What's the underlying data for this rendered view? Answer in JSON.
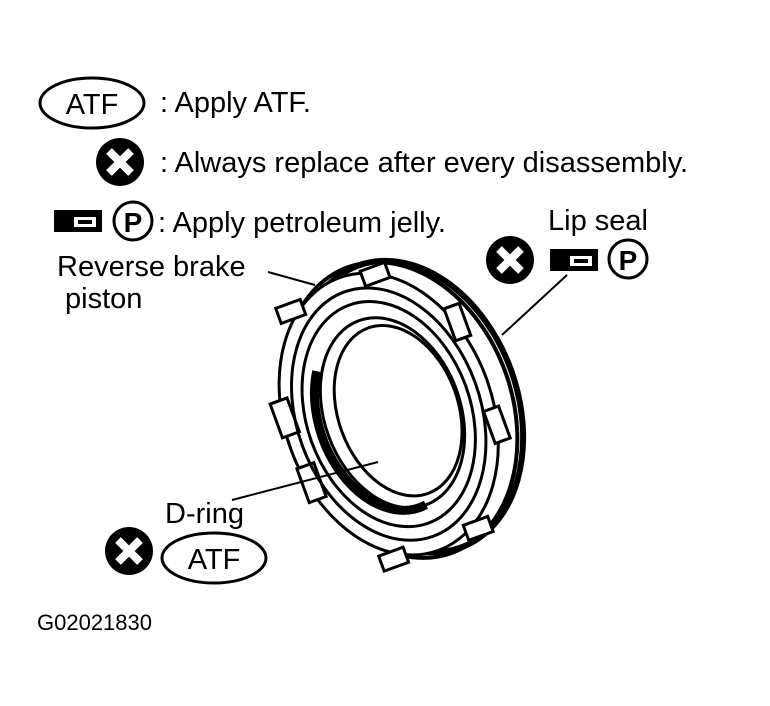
{
  "legend": {
    "atf_badge": "ATF",
    "atf_text": ": Apply ATF.",
    "replace_text": ": Always replace after every disassembly.",
    "jelly_badge": "P",
    "jelly_text": ": Apply petroleum jelly."
  },
  "labels": {
    "lip_seal": "Lip seal",
    "reverse_brake_line1": "Reverse brake",
    "reverse_brake_line2": "piston",
    "d_ring": "D-ring",
    "d_ring_badge": "ATF",
    "lip_seal_badge": "P"
  },
  "figure_id": "G02021830",
  "colors": {
    "ink": "#000000",
    "paper": "#ffffff"
  },
  "icons": [
    "replace-x-icon",
    "petroleum-jelly-icon",
    "atf-oval-icon"
  ]
}
